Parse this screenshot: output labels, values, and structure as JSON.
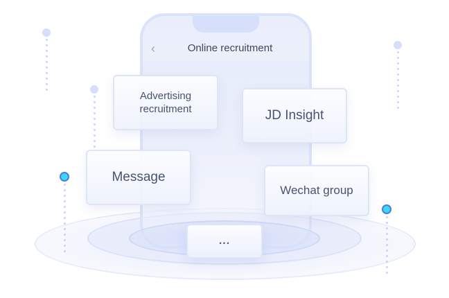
{
  "screen": {
    "title": "Online recruitment",
    "back_icon": "chevron-left-icon"
  },
  "cards": {
    "advertising": "Advertising recruitment",
    "jd_insight": "JD Insight",
    "message": "Message",
    "wechat_group": "Wechat group",
    "more": "..."
  },
  "colors": {
    "phone_frame": "#dbe3fb",
    "card_text": "#4a5270",
    "pin_accent": "#3fd6f4",
    "pin_border": "#4a7be8",
    "pin_light": "#d6def9"
  }
}
